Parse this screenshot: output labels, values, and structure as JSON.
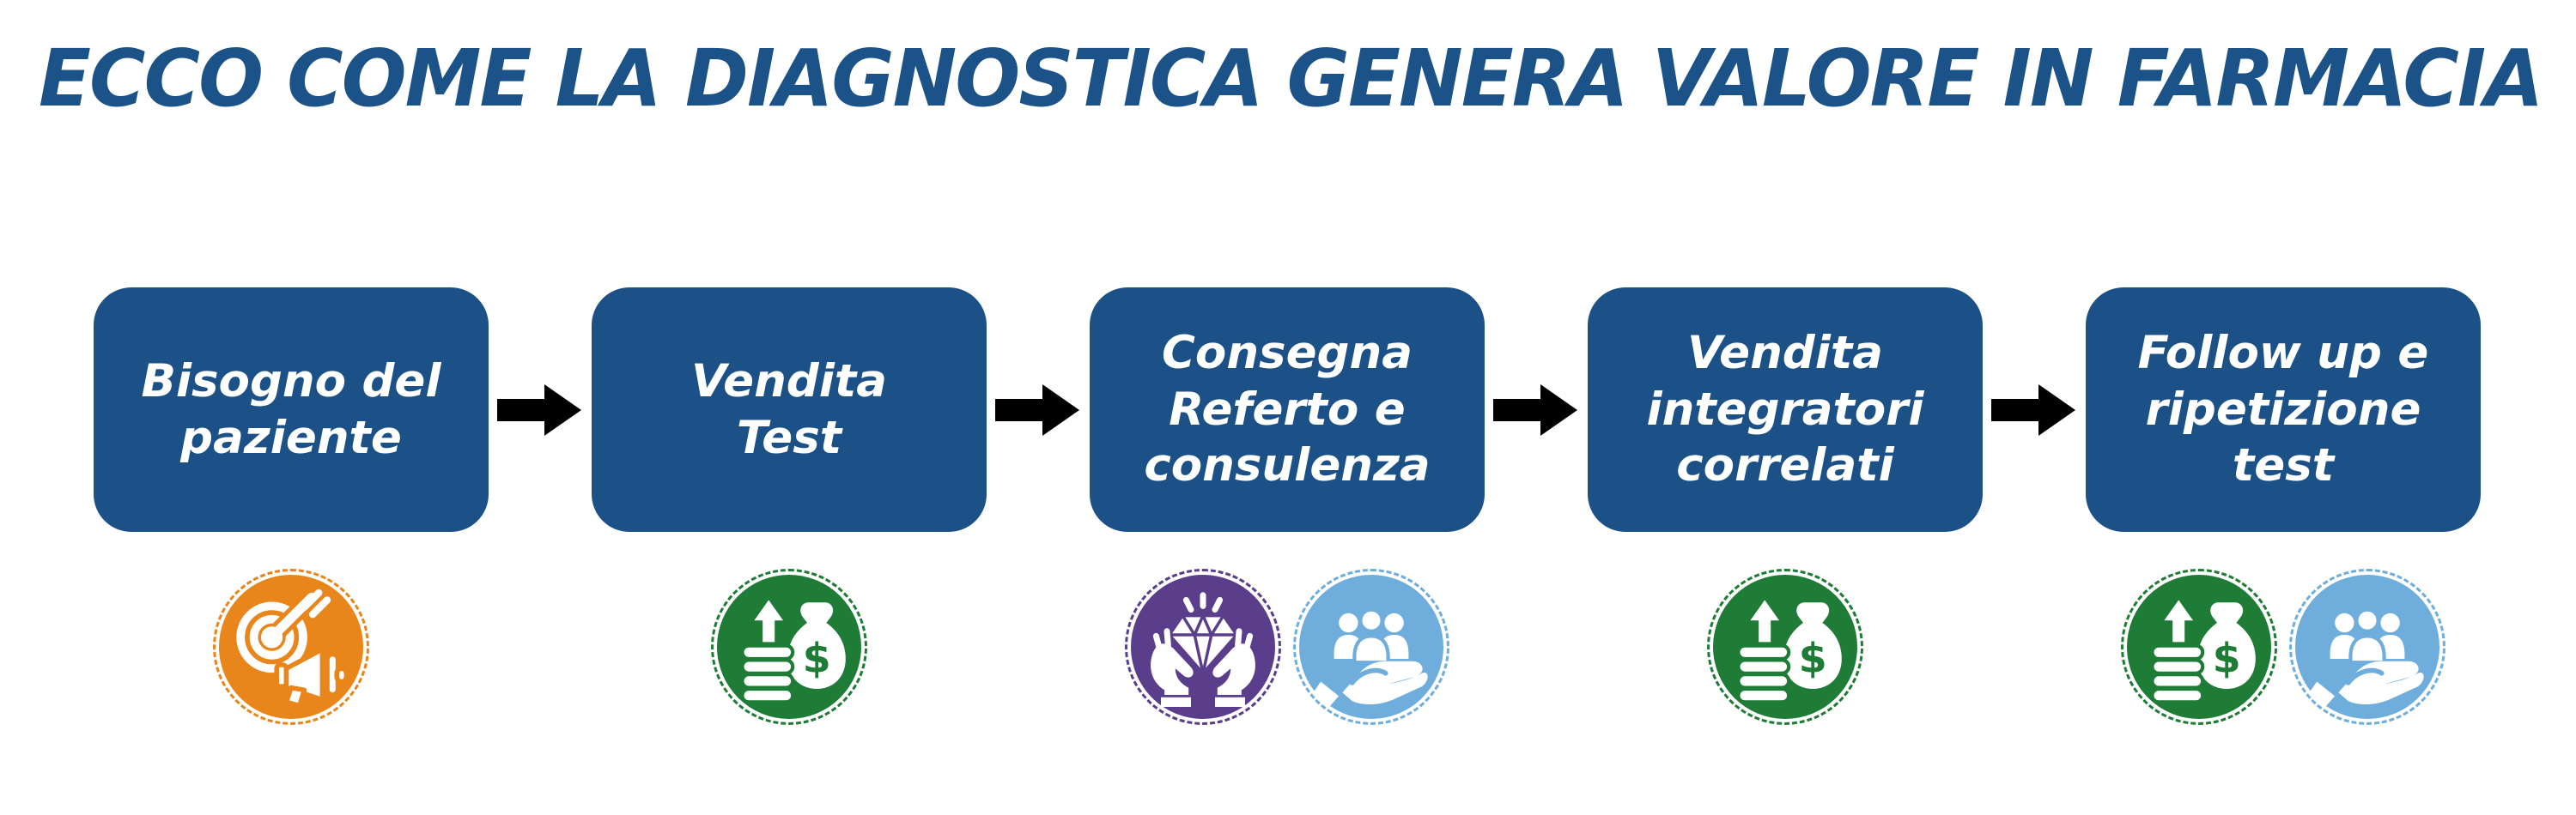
{
  "title": "ECCO COME LA DIAGNOSTICA GENERA VALORE IN FARMACIA",
  "steps": [
    {
      "label": "Bisogno del paziente",
      "lines": [
        "Bisogno del",
        "paziente"
      ],
      "icons": [
        "target-marketing"
      ]
    },
    {
      "label": "Vendita Test",
      "lines": [
        "Vendita",
        "Test"
      ],
      "icons": [
        "revenue-growth"
      ]
    },
    {
      "label": "Consegna Referto e consulenza",
      "lines": [
        "Consegna",
        "Referto e",
        "consulenza"
      ],
      "icons": [
        "value-in-hands",
        "customer-care"
      ]
    },
    {
      "label": "Vendita integratori correlati",
      "lines": [
        "Vendita",
        "integratori",
        "correlati"
      ],
      "icons": [
        "revenue-growth"
      ]
    },
    {
      "label": "Follow up e ripetizione test",
      "lines": [
        "Follow up e",
        "ripetizione",
        "test"
      ],
      "icons": [
        "revenue-growth",
        "customer-care"
      ]
    }
  ],
  "colors": {
    "title_blue": "#1B5288",
    "box_blue": "#1C5187",
    "arrow_black": "#000000",
    "icon_orange": "#E8861C",
    "icon_green": "#1E7C36",
    "icon_purple": "#5A3E8C",
    "icon_light_blue": "#6FAEDC",
    "glyph_white": "#FFFFFF"
  }
}
